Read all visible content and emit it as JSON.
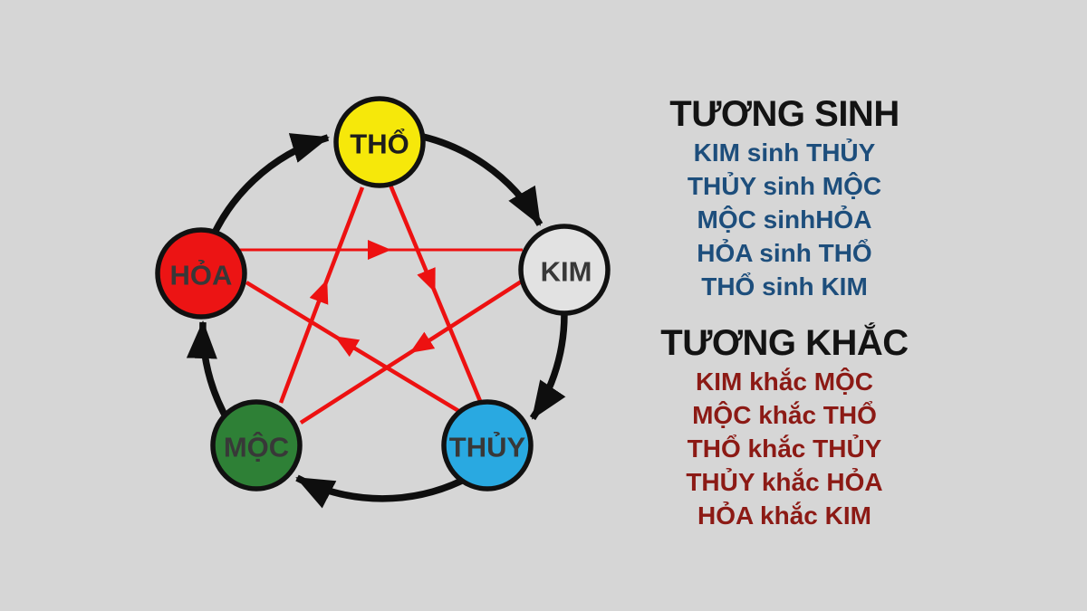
{
  "diagram": {
    "nodes": [
      {
        "id": "tho",
        "label": "THỔ",
        "color": "#f6e80a",
        "label_color": "#1d1d1d"
      },
      {
        "id": "kim",
        "label": "KIM",
        "color": "#e2e2e2",
        "label_color": "#404040"
      },
      {
        "id": "thuy",
        "label": "THỦY",
        "color": "#29a9e1",
        "label_color": "#383838"
      },
      {
        "id": "moc",
        "label": "MỘC",
        "color": "#2e8036",
        "label_color": "#383838"
      },
      {
        "id": "hoa",
        "label": "HỎA",
        "color": "#ec1414",
        "label_color": "#383838"
      }
    ],
    "generation_cycle": [
      "THỔ→KIM",
      "KIM→THỦY",
      "THỦY→MỘC",
      "MỘC→HỎA",
      "HỎA→THỔ"
    ],
    "overcoming_cycle": [
      "HỎA→KIM",
      "THỔ→THỦY",
      "MỘC→THỔ",
      "KIM→MỘC",
      "THỦY→HỎA"
    ],
    "generation_color": "#0e0e0e",
    "overcoming_color": "#ed1111",
    "background_color": "#d6d6d6"
  },
  "panel": {
    "sinh": {
      "title": "TƯƠNG SINH",
      "color": "#1d4e7c",
      "items": [
        "KIM sinh THỦY",
        "THỦY sinh MỘC",
        "MỘC sinhHỎA",
        "HỎA sinh THỔ",
        "THỔ sinh KIM"
      ]
    },
    "khac": {
      "title": "TƯƠNG KHẮC",
      "color": "#8c1a15",
      "items": [
        "KIM khắc MỘC",
        "MỘC khắc THỔ",
        "THỔ khắc THỦY",
        "THỦY khắc HỎA",
        "HỎA khắc KIM"
      ]
    }
  }
}
